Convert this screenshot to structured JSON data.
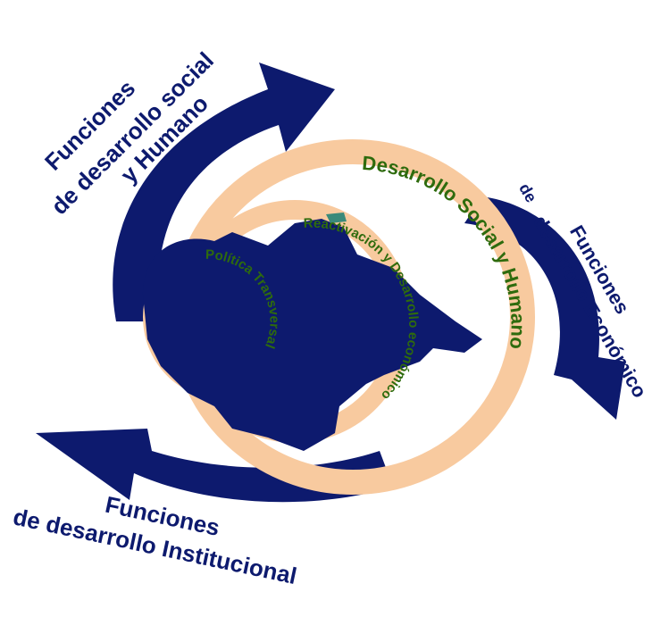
{
  "labels": {
    "social": {
      "line1": "Funciones",
      "line2": "de  desarrollo social",
      "line3": "y Humano"
    },
    "economico": {
      "line1": "Funciones",
      "line2": "de",
      "line3": "desarrollo Económico"
    },
    "institucional": {
      "line1": "Funciones",
      "line2": "de  desarrollo Institucional"
    }
  },
  "rings": {
    "outer": "Desarrollo Social y Humano",
    "middle": "Reactivación y Desarrollo económico",
    "inner": "Política Transversal"
  },
  "colors": {
    "arrow": "#0d1a6e",
    "ring": "#f8ca9f",
    "ring_text": "#2e6b0d",
    "map": "#0d1a6e",
    "map_accent": "#3a8a7a"
  }
}
